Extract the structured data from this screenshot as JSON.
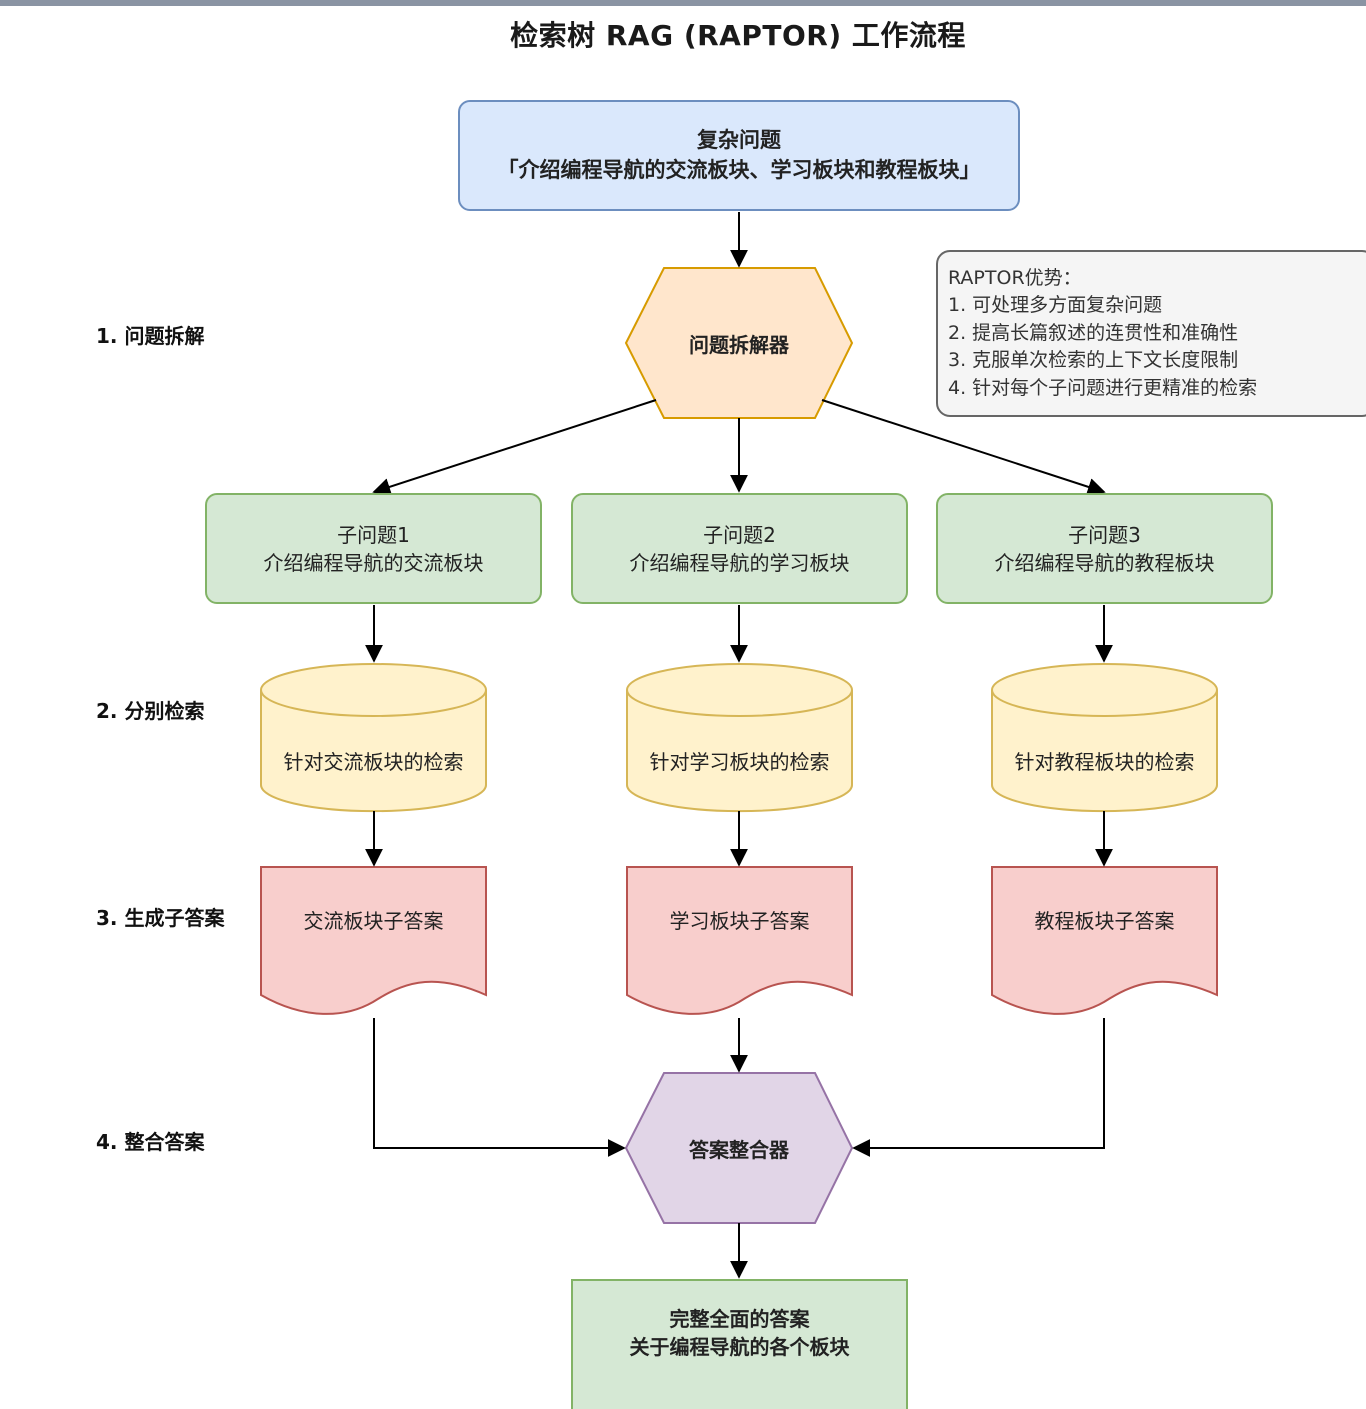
{
  "title": "检索树 RAG (RAPTOR) 工作流程",
  "question": {
    "line1": "复杂问题",
    "line2": "「介绍编程导航的交流板块、学习板块和教程板块」"
  },
  "lanes": [
    "1. 问题拆解",
    "2. 分别检索",
    "3. 生成子答案",
    "4. 整合答案"
  ],
  "decomposer": "问题拆解器",
  "advantages": {
    "heading": "RAPTOR优势：",
    "items": [
      "1. 可处理多方面复杂问题",
      "2. 提高长篇叙述的连贯性和准确性",
      "3. 克服单次检索的上下文长度限制",
      "4. 针对每个子问题进行更精准的检索"
    ]
  },
  "subquestions": [
    {
      "title": "子问题1",
      "text": "介绍编程导航的交流板块"
    },
    {
      "title": "子问题2",
      "text": "介绍编程导航的学习板块"
    },
    {
      "title": "子问题3",
      "text": "介绍编程导航的教程板块"
    }
  ],
  "retrievals": [
    "针对交流板块的检索",
    "针对学习板块的检索",
    "针对教程板块的检索"
  ],
  "subanswers": [
    "交流板块子答案",
    "学习板块子答案",
    "教程板块子答案"
  ],
  "integrator": "答案整合器",
  "final": {
    "line1": "完整全面的答案",
    "line2": "关于编程导航的各个板块"
  },
  "colors": {
    "question_fill": "#dae8fc",
    "question_stroke": "#6c8ebf",
    "decomposer_fill": "#ffe6cc",
    "decomposer_stroke": "#d79b00",
    "sub_fill": "#d5e8d4",
    "sub_stroke": "#82b366",
    "db_fill": "#fff2cc",
    "db_stroke": "#d6b656",
    "answer_fill": "#f8cecc",
    "answer_stroke": "#b85450",
    "integrator_fill": "#e1d5e7",
    "integrator_stroke": "#9673a6"
  }
}
